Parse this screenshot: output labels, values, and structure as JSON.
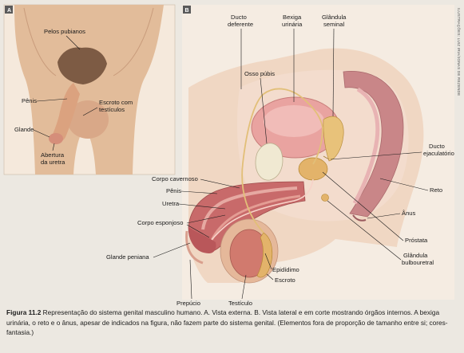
{
  "panels": {
    "a_tag": "A",
    "b_tag": "B"
  },
  "credit": "ILUSTRAÇÕES: LUIZ IRIA/JONAS DE REZENDE",
  "panel_a_labels": {
    "pubic_hair": "Pelos pubianos",
    "penis": "Pênis",
    "scrotum_line1": "Escroto com",
    "scrotum_line2": "testículos",
    "glans": "Glande",
    "urethra_opening_line1": "Abertura",
    "urethra_opening_line2": "da uretra"
  },
  "panel_b_labels": {
    "vas_deferens_line1": "Ducto",
    "vas_deferens_line2": "deferente",
    "bladder_line1": "Bexiga",
    "bladder_line2": "urinária",
    "seminal_gland_line1": "Glândula",
    "seminal_gland_line2": "seminal",
    "pubic_bone": "Osso púbis",
    "ejaculatory_duct_line1": "Ducto",
    "ejaculatory_duct_line2": "ejaculatório",
    "rectum": "Reto",
    "corpus_cavernosum": "Corpo cavernoso",
    "penis": "Pênis",
    "urethra": "Uretra",
    "corpus_spongiosum": "Corpo esponjoso",
    "anus": "Ânus",
    "prostate": "Próstata",
    "bulbourethral_line1": "Glândula",
    "bulbourethral_line2": "bulbouretral",
    "glans": "Glande peniana",
    "epididymis": "Epidídimo",
    "scrotum": "Escroto",
    "prepuce": "Prepúcio",
    "testis": "Testículo"
  },
  "caption": {
    "bold": "Figura 11.2",
    "text": "Representação do sistema genital masculino humano. A. Vista externa. B. Vista lateral e em corte mostrando órgãos internos. A bexiga urinária, o reto e o ânus, apesar de indicados na figura, não fazem parte do sistema genital. (Elementos fora de proporção de tamanho entre si; cores-fantasia.)"
  },
  "colors": {
    "skin": "#e2bc9a",
    "panel_bg": "#f3e6d8",
    "bladder": "#e9a3a0",
    "penis_tissue": "#c86a6a",
    "gland": "#e3b36a",
    "rectum": "#c98688",
    "bone": "#f0e9d2",
    "tag_bg": "#5a5a5a"
  }
}
